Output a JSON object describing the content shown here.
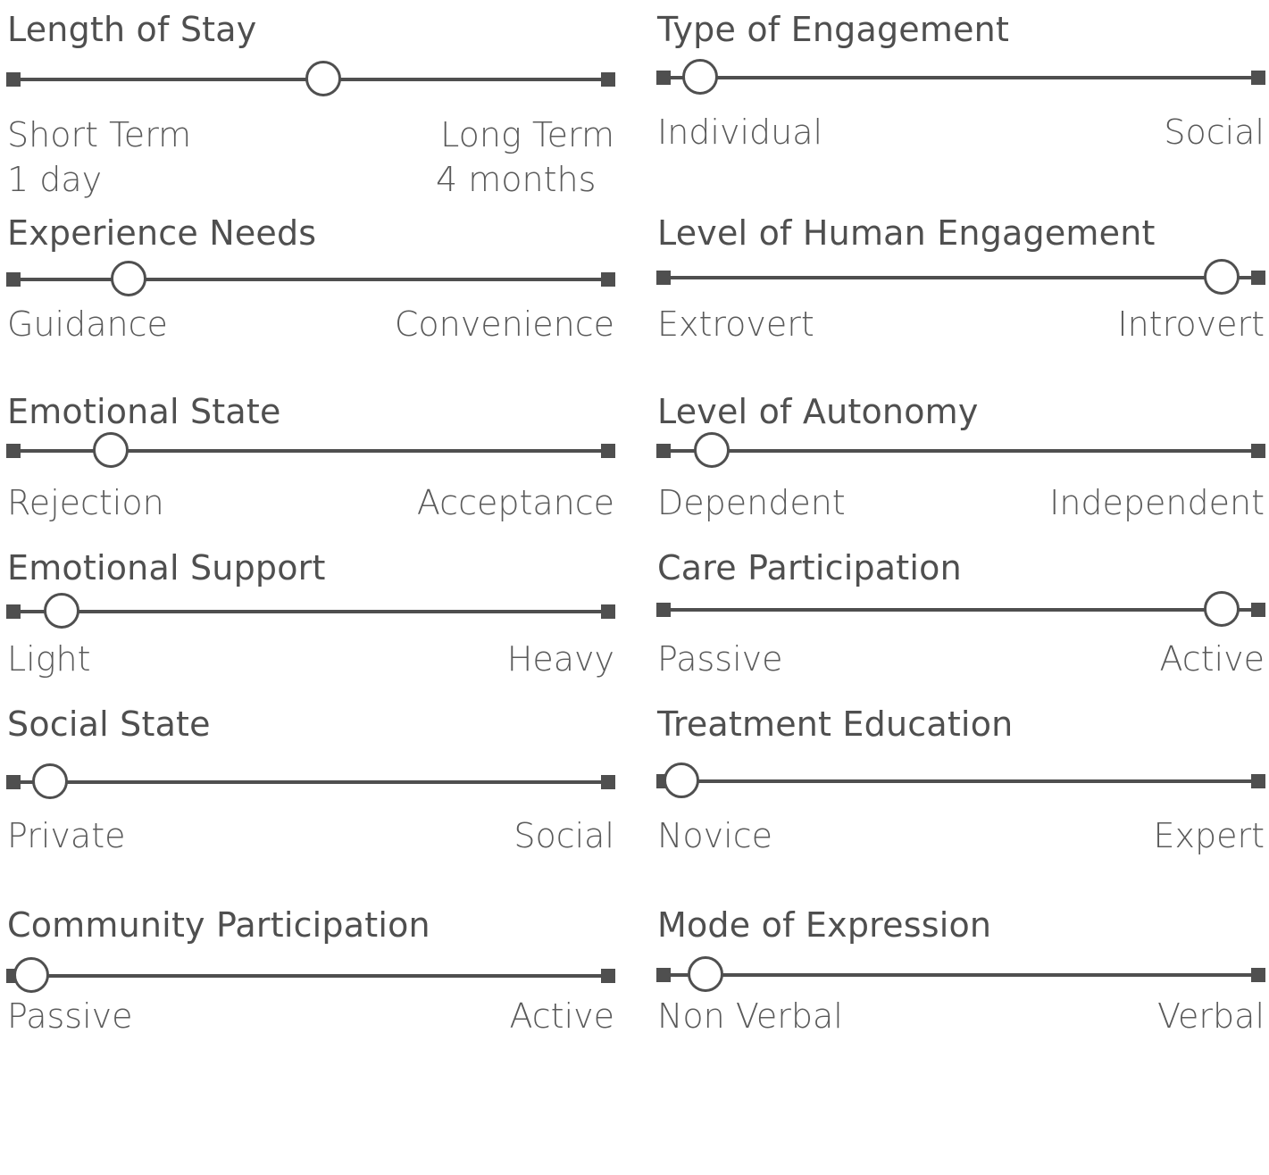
{
  "sliders": [
    {
      "id": "length-of-stay",
      "title": "Length of Stay",
      "left_label": "Short Term",
      "right_label": "Long Term",
      "left_sublabel": "1 day",
      "right_sublabel": "4 months",
      "value": 0.52
    },
    {
      "id": "type-of-engagement",
      "title": "Type of Engagement",
      "left_label": "Individual",
      "right_label": "Social",
      "value": 0.07
    },
    {
      "id": "experience-needs",
      "title": "Experience Needs",
      "left_label": "Guidance",
      "right_label": "Convenience",
      "value": 0.2
    },
    {
      "id": "level-of-human-engagement",
      "title": "Level of Human Engagement",
      "left_label": "Extrovert",
      "right_label": "Introvert",
      "value": 0.93
    },
    {
      "id": "emotional-state",
      "title": "Emotional State",
      "left_label": "Rejection",
      "right_label": "Acceptance",
      "value": 0.17
    },
    {
      "id": "level-of-autonomy",
      "title": "Level of Autonomy",
      "left_label": "Dependent",
      "right_label": "Independent",
      "value": 0.09
    },
    {
      "id": "emotional-support",
      "title": "Emotional Support",
      "left_label": "Light",
      "right_label": "Heavy",
      "value": 0.09
    },
    {
      "id": "care-participation",
      "title": "Care Participation",
      "left_label": "Passive",
      "right_label": "Active",
      "value": 0.93
    },
    {
      "id": "social-state",
      "title": "Social State",
      "left_label": "Private",
      "right_label": "Social",
      "value": 0.07
    },
    {
      "id": "treatment-education",
      "title": "Treatment Education",
      "left_label": "Novice",
      "right_label": "Expert",
      "value": 0.04
    },
    {
      "id": "community-participation",
      "title": "Community Participation",
      "left_label": "Passive",
      "right_label": "Active",
      "value": 0.04
    },
    {
      "id": "mode-of-expression",
      "title": "Mode of Expression",
      "left_label": "Non Verbal",
      "right_label": "Verbal",
      "value": 0.08
    }
  ],
  "colors": {
    "track": "#4f4f4f",
    "text": "#505050",
    "thumb_fill": "#ffffff"
  }
}
